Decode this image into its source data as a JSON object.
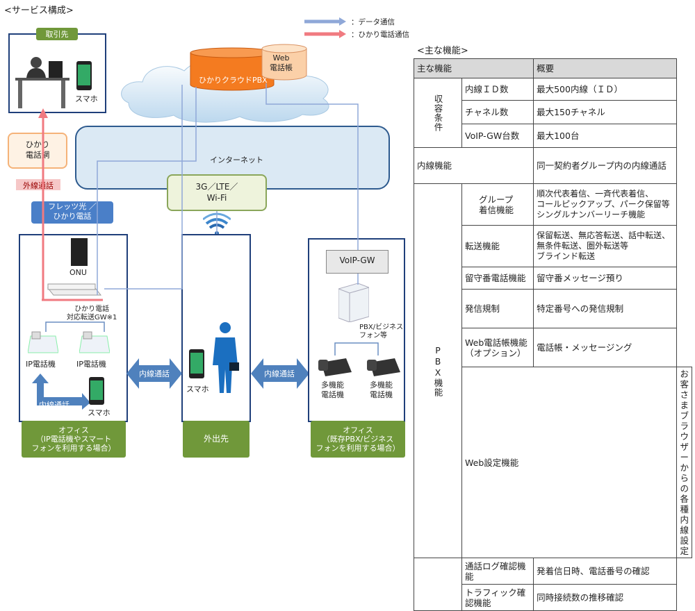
{
  "service_title": "<サービス構成>",
  "features_title": "<主な機能>",
  "legend": {
    "data": "：データ通信",
    "voice": "：ひかり電話通信"
  },
  "cloud": {
    "pbx": "ひかりクラウドPBX",
    "web_phonebook": "Web\n電話帳",
    "internet": "インターネット",
    "mobile_net": "3G／LTE／\nWi-Fi"
  },
  "partner": {
    "title": "取引先",
    "smartphone": "スマホ"
  },
  "hikari_net": "ひかり\n電話網",
  "external_call": "外線通話",
  "flets": "フレッツ光 ／\nひかり電話",
  "office1": {
    "onu": "ONU",
    "gateway": "ひかり電話\n対応転送GW※1",
    "ip_phone1": "IP電話機",
    "ip_phone2": "IP電話機",
    "smartphone": "スマホ",
    "internal_call": "内線通話",
    "caption": "オフィス\n（IP電話機やスマート\nフォンを利用する場合）"
  },
  "outside": {
    "smartphone": "スマホ",
    "caption": "外出先"
  },
  "internal_call_left": "内線通話",
  "internal_call_right": "内線通話",
  "office2": {
    "voip_gw": "VoIP-GW",
    "pbx": "PBX/ビジネス\nフォン等",
    "phone1": "多機能\n電話機",
    "phone2": "多機能\n電話機",
    "caption": "オフィス\n（既存PBX/ビジネス\nフォンを利用する場合）"
  },
  "colors": {
    "data_line": "#8fa8d8",
    "voice_line": "#f07a80",
    "panel_border": "#1f3f7a",
    "green": "#70983a",
    "cloud_fill": "#e3eef6",
    "orange": "#f47b20"
  },
  "table": {
    "header": [
      "主な機能",
      "概要"
    ],
    "capacity_group": "収容条件",
    "pbx_group": "PBX機能",
    "web_group_label": "Web設定機能",
    "rows": {
      "ext_id": [
        "内線ＩＤ数",
        "最大500内線（ＩＤ）"
      ],
      "channels": [
        "チャネル数",
        "最大150チャネル"
      ],
      "voip": [
        "VoIP-GW台数",
        "最大100台"
      ],
      "ext_func": [
        "内線機能",
        "同一契約者グループ内の内線通話"
      ],
      "group": [
        "グループ\n着信機能",
        "順次代表着信、一斉代表着信、\nコールピックアップ、パーク保留等\nシングルナンバーリーチ機能"
      ],
      "transfer": [
        "転送機能",
        "保留転送、無応答転送、話中転送、\n無条件転送、圏外転送等\nブラインド転送"
      ],
      "voicemail": [
        "留守番電話機能",
        "留守番メッセージ預り"
      ],
      "restrict": [
        "発信規制",
        "特定番号への発信規制"
      ],
      "webbook": [
        "Web電話帳機能\n（オプション）",
        "電話帳・メッセージング"
      ],
      "web": [
        "Web設定機能",
        "お客さまブラウザーからの各種内線設定"
      ],
      "calllog": [
        "通話ログ確認機能",
        "発着信日時、電話番号の確認"
      ],
      "traffic": [
        "トラフィック確認機能",
        "同時接続数の推移確認"
      ]
    }
  }
}
